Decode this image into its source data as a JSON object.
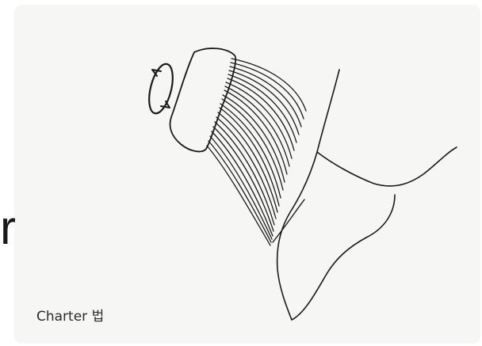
{
  "figure": {
    "caption": "Charter 법",
    "edge_text": "r"
  },
  "colors": {
    "ink": "#1a1a1a",
    "background": "#f6f6f4",
    "page": "#ffffff"
  },
  "icons": {
    "rotation": "circular-arrow-icon",
    "brush": "toothbrush-head-icon",
    "bristles": "bristle-strands",
    "tooth": "tooth-outline",
    "gum": "gingiva-outline"
  }
}
